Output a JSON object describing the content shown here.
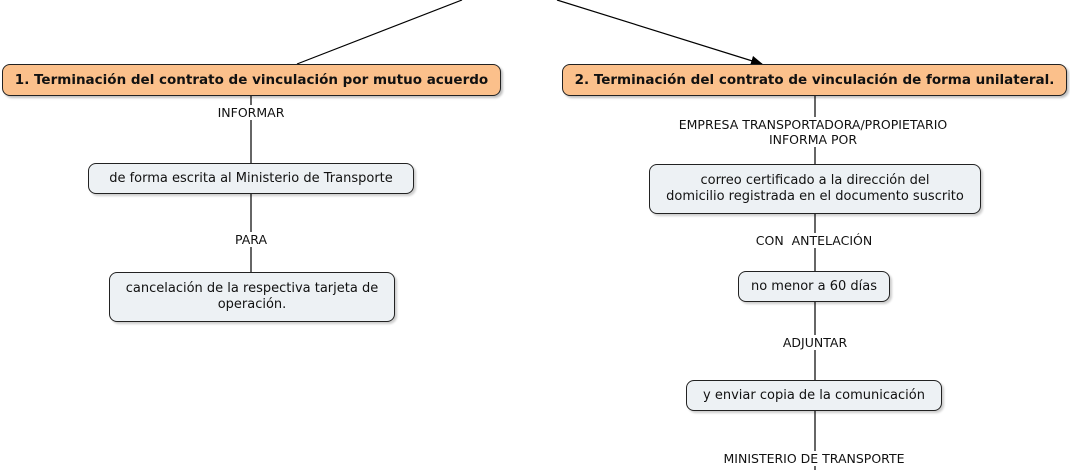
{
  "left": {
    "title": "1. Terminación del contrato de vinculación por mutuo acuerdo",
    "link1": "INFORMAR",
    "node1": "de forma escrita al Ministerio de Transporte",
    "link2": "PARA",
    "node2": "cancelación de la respectiva tarjeta de\noperación."
  },
  "right": {
    "title": "2. Terminación del contrato de vinculación de forma unilateral.",
    "link1": "EMPRESA TRANSPORTADORA/PROPIETARIO\nINFORMA POR",
    "node1": "correo certificado a la dirección del\ndomicilio registrada en el documento suscrito",
    "link2": "CON  ANTELACIÓN",
    "node2": "no menor a 60 días",
    "link3": "ADJUNTAR",
    "node3": "y enviar copia de la comunicación",
    "link4": "MINISTERIO DE TRANSPORTE"
  }
}
